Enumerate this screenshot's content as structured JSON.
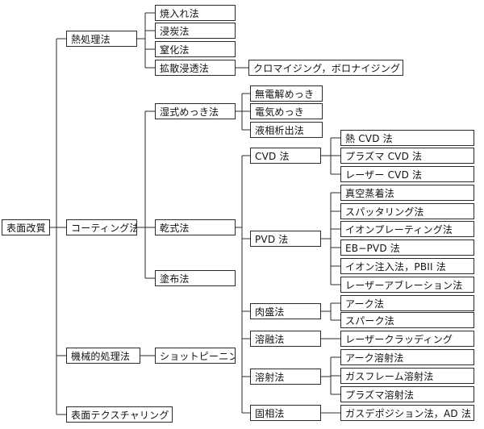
{
  "diagram": {
    "root": "表面改質",
    "level1": {
      "heat": "熱処理法",
      "coating": "コーティング法",
      "mechanical": "機械的処理法",
      "texturing": "表面テクスチャリング"
    },
    "heat_methods": {
      "quench": "焼入れ法",
      "carburize": "浸炭法",
      "nitride": "窒化法",
      "diffusion": "拡散浸透法",
      "diffusion_detail": "クロマイジング，ボロナイジング"
    },
    "coating_methods": {
      "wet": "湿式めっき法",
      "dry": "乾式法",
      "paint": "塗布法"
    },
    "wet_methods": {
      "electroless": "無電解めっき",
      "electro": "電気めっき",
      "liquid_phase": "液相析出法"
    },
    "dry_methods": {
      "cvd": "CVD 法",
      "pvd": "PVD 法",
      "overlay": "肉盛法",
      "melt": "溶融法",
      "spray": "溶射法",
      "solid": "固相法"
    },
    "cvd_methods": {
      "thermal": "熱 CVD 法",
      "plasma": "プラズマ CVD 法",
      "laser": "レーザー CVD 法"
    },
    "pvd_methods": {
      "vacuum_evap": "真空蒸着法",
      "sputter": "スパッタリング法",
      "ion_plating": "イオンプレーティング法",
      "eb_pvd": "EB−PVD 法",
      "ion_implant": "イオン注入法，PBII 法",
      "laser_ablation": "レーザーアブレーション法"
    },
    "overlay_methods": {
      "arc": "アーク法",
      "spark": "スパーク法"
    },
    "melt_methods": {
      "laser_cladding": "レーザークラッディング"
    },
    "spray_methods": {
      "arc_spray": "アーク溶射法",
      "flame_spray": "ガスフレーム溶射法",
      "plasma_spray": "プラズマ溶射法"
    },
    "solid_methods": {
      "aerosol": "ガスデポジション法，AD 法"
    },
    "mechanical_methods": {
      "shot_peening": "ショットピーニング"
    }
  }
}
